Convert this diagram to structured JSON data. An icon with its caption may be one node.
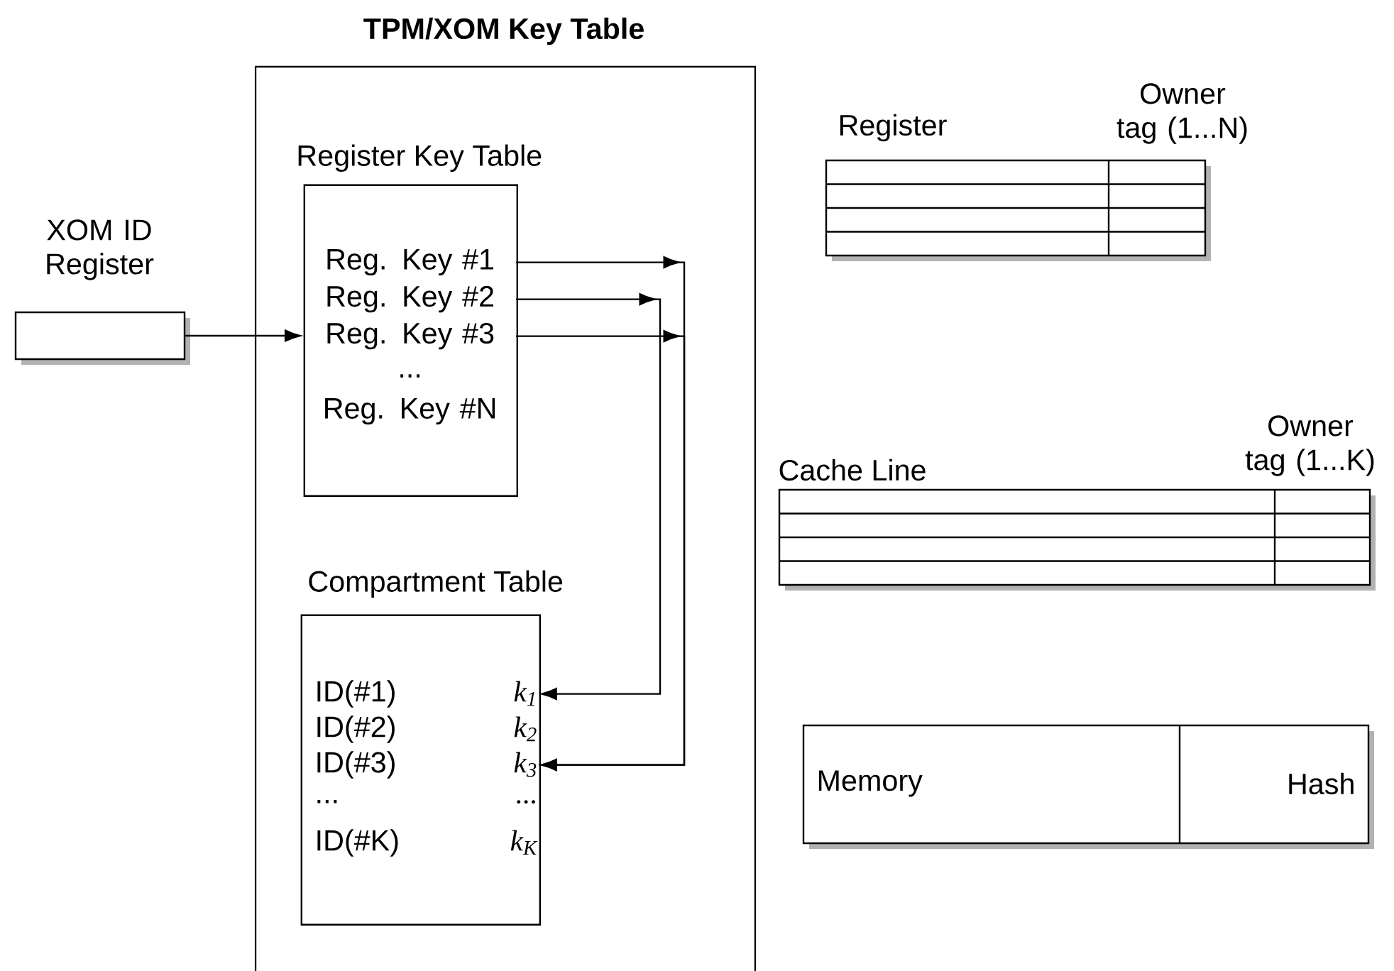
{
  "diagram": {
    "nodes": [
      {
        "text": [
          "TPM/XOM Key Table"
        ]
      },
      {
        "text": [
          "XOM ID Register"
        ]
      },
      {
        "text": [
          "Register Key Table"
        ],
        "in": 0
      },
      {
        "text": [
          "Reg. Key #1"
        ],
        "in": 2
      },
      {
        "text": [
          "Reg. Key #2"
        ],
        "in": 2
      },
      {
        "text": [
          "Reg. Key #3"
        ],
        "in": 2
      },
      {
        "text": [
          "..."
        ],
        "in": 2
      },
      {
        "text": [
          "Reg. Key #N"
        ],
        "in": 2
      },
      {
        "text": [
          "Compartment Table"
        ],
        "in": 0
      },
      {
        "text": [
          "ID(#1)",
          "*k*$_{1}$"
        ],
        "in": 8
      },
      {
        "text": [
          "ID(#2)",
          "*k*$_{2}$"
        ],
        "in": 8
      },
      {
        "text": [
          "ID(#3)",
          "*k*$_{3}$"
        ],
        "in": 8
      },
      {
        "text": [
          "...",
          "..."
        ],
        "in": 8
      },
      {
        "text": [
          "ID(#K)",
          "*k*$_{K}$"
        ],
        "in": 8
      },
      {
        "text": [
          "Register",
          "Owner tag (1...N)"
        ]
      },
      {
        "text": [
          "Cache Line",
          "Owner tag (1...K)"
        ]
      },
      {
        "text": [
          "Memory",
          "Hash"
        ]
      }
    ],
    "edges": [
      {
        "from": 1,
        "to": 2,
        "arrow": "to"
      },
      {
        "from": 3,
        "to": 11,
        "arrow": "to"
      },
      {
        "from": 4,
        "to": 9,
        "arrow": "to"
      },
      {
        "from": 5,
        "to": 11,
        "arrow": "to"
      }
    ]
  }
}
